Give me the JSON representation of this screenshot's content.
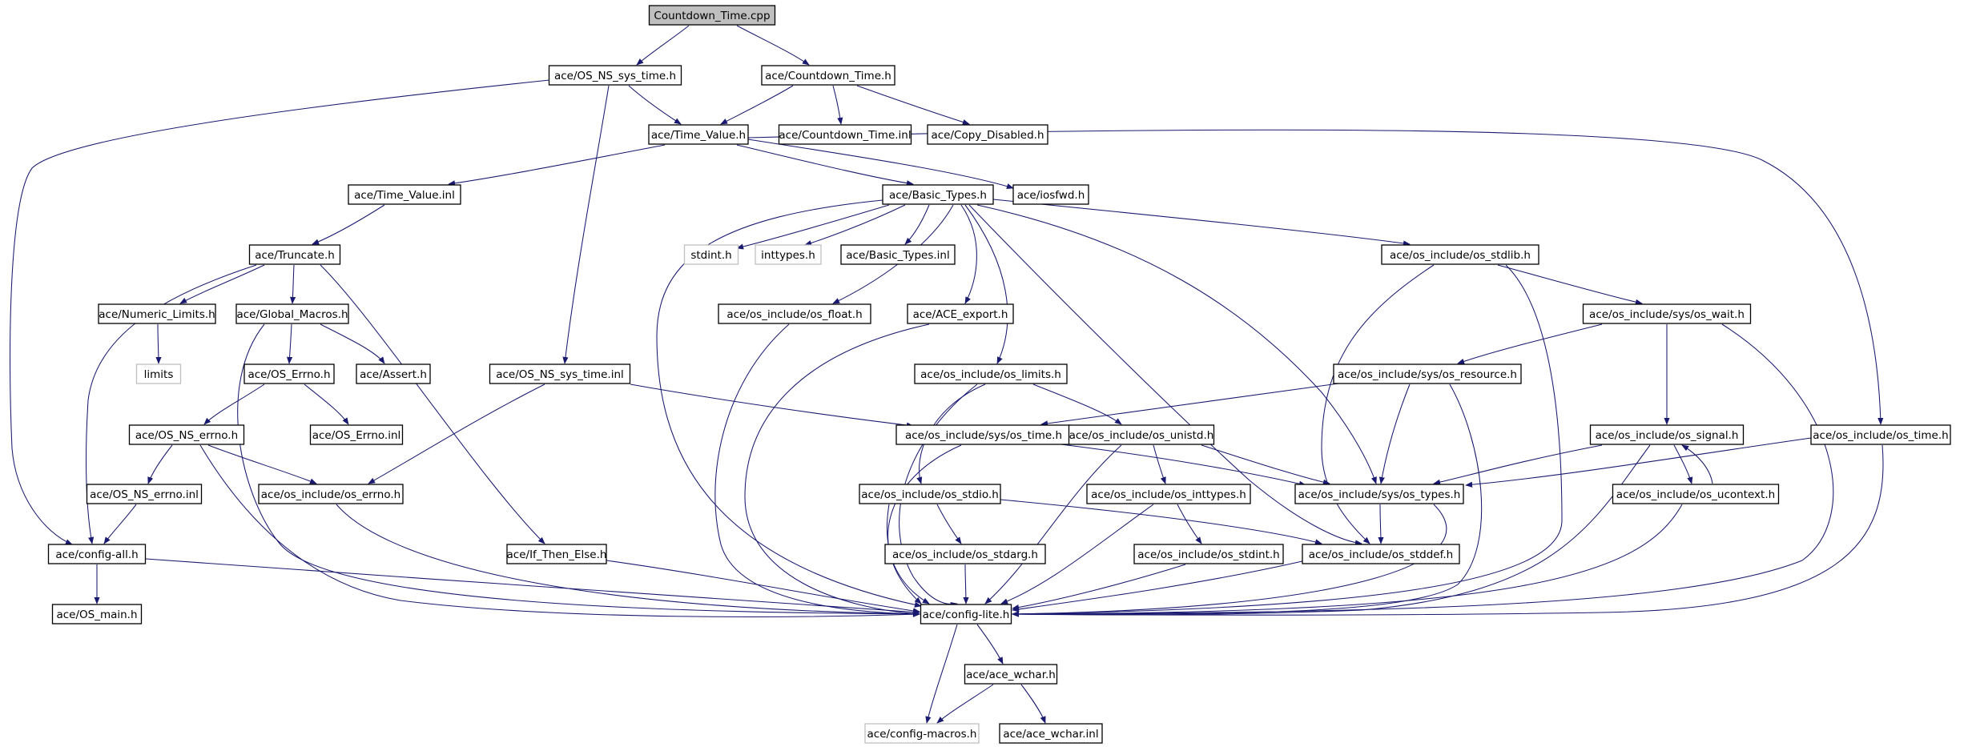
{
  "graph": {
    "edge_color": "#191970",
    "root_fill": "#bfbfbf",
    "external_border": "#bfbfbf",
    "nodes": [
      {
        "id": "n_root",
        "label": "Countdown_Time.cpp",
        "kind": "root"
      },
      {
        "id": "n_os_ns_sys_time_h",
        "label": "ace/OS_NS_sys_time.h",
        "kind": "file"
      },
      {
        "id": "n_countdown_time_h",
        "label": "ace/Countdown_Time.h",
        "kind": "file"
      },
      {
        "id": "n_time_value_h",
        "label": "ace/Time_Value.h",
        "kind": "file"
      },
      {
        "id": "n_countdown_time_inl",
        "label": "ace/Countdown_Time.inl",
        "kind": "file"
      },
      {
        "id": "n_copy_disabled_h",
        "label": "ace/Copy_Disabled.h",
        "kind": "file"
      },
      {
        "id": "n_time_value_inl",
        "label": "ace/Time_Value.inl",
        "kind": "file"
      },
      {
        "id": "n_basic_types_h",
        "label": "ace/Basic_Types.h",
        "kind": "file"
      },
      {
        "id": "n_iosfwd_h",
        "label": "ace/iosfwd.h",
        "kind": "file"
      },
      {
        "id": "n_truncate_h",
        "label": "ace/Truncate.h",
        "kind": "file"
      },
      {
        "id": "n_stdint_h",
        "label": "stdint.h",
        "kind": "external"
      },
      {
        "id": "n_inttypes_h",
        "label": "inttypes.h",
        "kind": "external"
      },
      {
        "id": "n_basic_types_inl",
        "label": "ace/Basic_Types.inl",
        "kind": "file"
      },
      {
        "id": "n_os_stdlib_h",
        "label": "ace/os_include/os_stdlib.h",
        "kind": "file"
      },
      {
        "id": "n_numeric_limits_h",
        "label": "ace/Numeric_Limits.h",
        "kind": "file"
      },
      {
        "id": "n_global_macros_h",
        "label": "ace/Global_Macros.h",
        "kind": "file"
      },
      {
        "id": "n_os_float_h",
        "label": "ace/os_include/os_float.h",
        "kind": "file"
      },
      {
        "id": "n_ace_export_h",
        "label": "ace/ACE_export.h",
        "kind": "file"
      },
      {
        "id": "n_os_wait_h",
        "label": "ace/os_include/sys/os_wait.h",
        "kind": "file"
      },
      {
        "id": "n_limits",
        "label": "limits",
        "kind": "external"
      },
      {
        "id": "n_os_errno_h_cap",
        "label": "ace/OS_Errno.h",
        "kind": "file"
      },
      {
        "id": "n_assert_h",
        "label": "ace/Assert.h",
        "kind": "file"
      },
      {
        "id": "n_os_ns_sys_time_inl",
        "label": "ace/OS_NS_sys_time.inl",
        "kind": "file"
      },
      {
        "id": "n_os_limits_h",
        "label": "ace/os_include/os_limits.h",
        "kind": "file"
      },
      {
        "id": "n_os_resource_h",
        "label": "ace/os_include/sys/os_resource.h",
        "kind": "file"
      },
      {
        "id": "n_os_ns_errno_h",
        "label": "ace/OS_NS_errno.h",
        "kind": "file"
      },
      {
        "id": "n_os_errno_inl_cap",
        "label": "ace/OS_Errno.inl",
        "kind": "file"
      },
      {
        "id": "n_sys_os_time_h",
        "label": "ace/os_include/sys/os_time.h",
        "kind": "file"
      },
      {
        "id": "n_os_unistd_h",
        "label": "ace/os_include/os_unistd.h",
        "kind": "file"
      },
      {
        "id": "n_os_signal_h",
        "label": "ace/os_include/os_signal.h",
        "kind": "file"
      },
      {
        "id": "n_os_time_h",
        "label": "ace/os_include/os_time.h",
        "kind": "file"
      },
      {
        "id": "n_os_ns_errno_inl",
        "label": "ace/OS_NS_errno.inl",
        "kind": "file"
      },
      {
        "id": "n_os_errno_h",
        "label": "ace/os_include/os_errno.h",
        "kind": "file"
      },
      {
        "id": "n_os_stdio_h",
        "label": "ace/os_include/os_stdio.h",
        "kind": "file"
      },
      {
        "id": "n_os_inttypes_h",
        "label": "ace/os_include/os_inttypes.h",
        "kind": "file"
      },
      {
        "id": "n_os_types_h",
        "label": "ace/os_include/sys/os_types.h",
        "kind": "file"
      },
      {
        "id": "n_os_ucontext_h",
        "label": "ace/os_include/os_ucontext.h",
        "kind": "file"
      },
      {
        "id": "n_config_all_h",
        "label": "ace/config-all.h",
        "kind": "file"
      },
      {
        "id": "n_if_then_else_h",
        "label": "ace/If_Then_Else.h",
        "kind": "file"
      },
      {
        "id": "n_os_stdarg_h",
        "label": "ace/os_include/os_stdarg.h",
        "kind": "file"
      },
      {
        "id": "n_os_stdint_h",
        "label": "ace/os_include/os_stdint.h",
        "kind": "file"
      },
      {
        "id": "n_os_stddef_h",
        "label": "ace/os_include/os_stddef.h",
        "kind": "file"
      },
      {
        "id": "n_os_main_h",
        "label": "ace/OS_main.h",
        "kind": "file"
      },
      {
        "id": "n_config_lite_h",
        "label": "ace/config-lite.h",
        "kind": "file"
      },
      {
        "id": "n_ace_wchar_h",
        "label": "ace/ace_wchar.h",
        "kind": "file"
      },
      {
        "id": "n_config_macros_h",
        "label": "ace/config-macros.h",
        "kind": "external"
      },
      {
        "id": "n_ace_wchar_inl",
        "label": "ace/ace_wchar.inl",
        "kind": "file"
      }
    ]
  }
}
